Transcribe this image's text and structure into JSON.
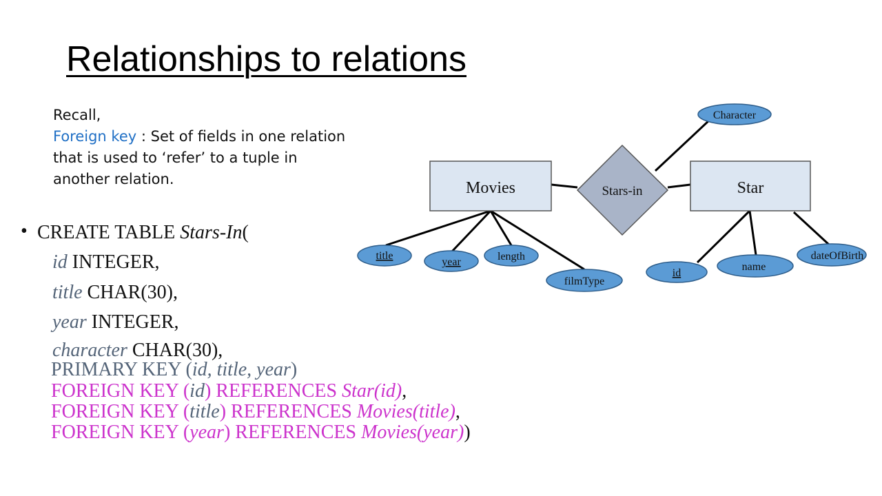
{
  "title": "Relationships to relations",
  "recall": {
    "line1": "Recall,",
    "fk_term": "Foreign key",
    "fk_rest": " : Set of fields in one relation",
    "line3": "that is used to ‘refer’ to a tuple in",
    "line4": "another relation."
  },
  "sql": {
    "bullet": "•",
    "create_kw": "CREATE TABLE ",
    "table_name": "Stars-In",
    "open_paren": "(",
    "cols": [
      {
        "name": "id",
        "type": " INTEGER,"
      },
      {
        "name": "title",
        "type": " CHAR(30),"
      },
      {
        "name": "year",
        "type": " INTEGER,"
      },
      {
        "name": "character",
        "type": " CHAR(30),"
      }
    ],
    "pk": {
      "kw": "PRIMARY KEY (",
      "cols": "id, title, year",
      "close": ")"
    },
    "fks": [
      {
        "kw": "FOREIGN KEY (",
        "col": "id",
        "mid": ")  REFERENCES ",
        "ref": "Star(id)",
        "end": ","
      },
      {
        "kw": "FOREIGN KEY (",
        "col": "title",
        "mid": ")  REFERENCES ",
        "ref": "Movies(title)",
        "end": ","
      },
      {
        "kw": "FOREIGN KEY (",
        "col": "year",
        "mid": ")  REFERENCES ",
        "ref": "Movies(year)",
        "end": ")"
      }
    ]
  },
  "diagram": {
    "entities": {
      "movies": "Movies",
      "star": "Star"
    },
    "relationship": "Stars-in",
    "relationship_attr": "Character",
    "movies_attrs": [
      "title",
      "year",
      "length",
      "filmType"
    ],
    "star_attrs": [
      "id",
      "name",
      "dateOfBirth"
    ],
    "colors": {
      "entity_fill": "#dce6f2",
      "relationship_fill": "#a9b4c8",
      "attribute_fill": "#5b9bd5",
      "line": "#000000",
      "magenta": "#cc33cc",
      "slate": "#546478",
      "blue_term": "#1f6fc5"
    }
  }
}
